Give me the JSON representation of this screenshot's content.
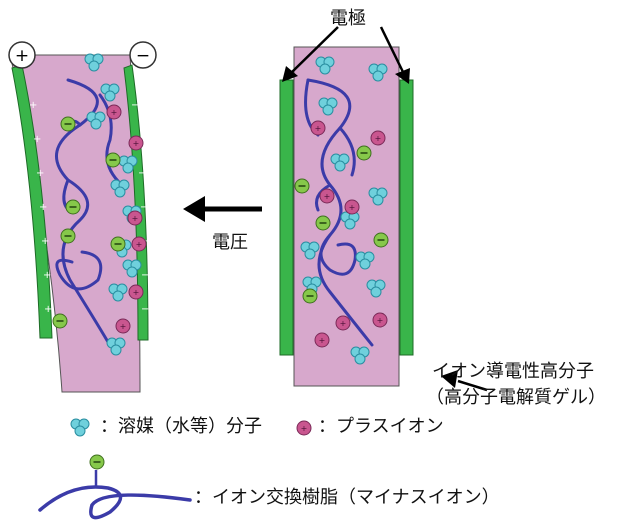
{
  "labels": {
    "electrode": "電極",
    "voltage": "電圧",
    "polymer_line1": "イオン導電性高分子",
    "polymer_line2": "（高分子電解質ゲル）"
  },
  "signs": {
    "plus": "+",
    "minus": "−"
  },
  "legend": {
    "solvent": "：溶媒（水等）分子",
    "plus_ion": "：プラスイオン",
    "exchange_resin": "：イオン交換樹脂（マイナスイオン）"
  },
  "colors": {
    "gel": "#d7a8cc",
    "electrode": "#39b54a",
    "chain": "#3b3ba8",
    "solvent": "#6fd0dc",
    "plus_ion": "#c9568f",
    "minus_ion": "#86c84a",
    "outline": "#2a2a2a"
  }
}
